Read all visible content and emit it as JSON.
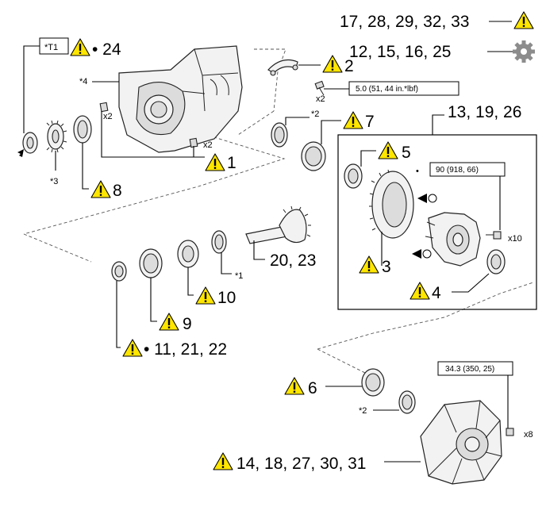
{
  "colors": {
    "warning": "#ffe600",
    "gear_icon": "#8c8c8c",
    "line": "#000000"
  },
  "callouts": {
    "c17": "17, 28, 29, 32, 33",
    "c12": "12, 15, 16, 25",
    "c24": "• 24",
    "c2": "2",
    "c13": "13, 19, 26",
    "c7": "7",
    "c1": "1",
    "c5": "5",
    "c8": "8",
    "c20": "20, 23",
    "c3": "3",
    "c4": "4",
    "c10": "10",
    "c9": "9",
    "c11": "• 11, 21, 22",
    "c6": "6",
    "c14": "14, 18, 27, 30, 31"
  },
  "notes": {
    "t1": "*T1",
    "n4": "*4",
    "x2a": "x2",
    "x2b": "x2",
    "x2c": "x2",
    "n3": "*3",
    "n2a": "*2",
    "n1": "*1",
    "x10": "x10",
    "n2b": "*2",
    "x8": "x8",
    "bullet": "•"
  },
  "torque": {
    "t50": "5.0 (51, 44 in.*lbf)",
    "t90": "90 (918, 66)",
    "t343": "34.3 (350, 25)"
  },
  "icons": {
    "warning": "warning-triangle-icon",
    "gear": "gear-icon",
    "arrow": "insertion-arrow-icon"
  }
}
